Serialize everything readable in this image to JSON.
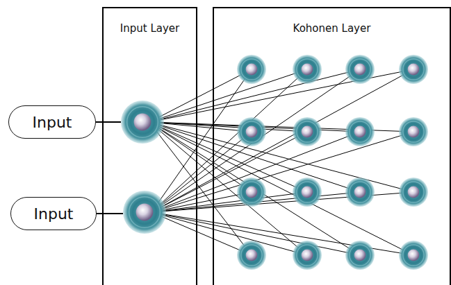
{
  "diagram": {
    "nodes": [
      {
        "text": [
          "Input"
        ]
      },
      {
        "text": [
          "Input"
        ]
      },
      {
        "text": [
          "Input Layer"
        ]
      },
      {
        "text": [
          "Kohonen Layer"
        ]
      }
    ],
    "edges": [
      {
        "from": 0,
        "to": 2,
        "arrow": "none"
      },
      {
        "from": 1,
        "to": 2,
        "arrow": "none"
      }
    ]
  }
}
